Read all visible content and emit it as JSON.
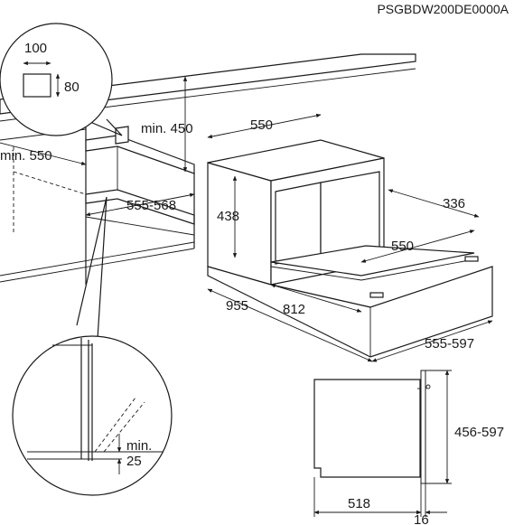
{
  "model_code": "PSGBDW200DE0000A",
  "detail_top": {
    "width": "100",
    "height": "80"
  },
  "niche": {
    "min_clearance_top": "min. 450",
    "min_depth": "min. 550",
    "width_range": "555-568"
  },
  "appliance": {
    "width": "550",
    "height": "438",
    "inner_depth": "336",
    "drawer_depth": "550",
    "drawer_open_depth": "812",
    "total_depth": "955",
    "niche_width": "555-597"
  },
  "detail_bottom": {
    "min_label": "min.",
    "gap": "25"
  },
  "side_view": {
    "niche_height": "456-597",
    "depth": "518",
    "front": "16"
  }
}
